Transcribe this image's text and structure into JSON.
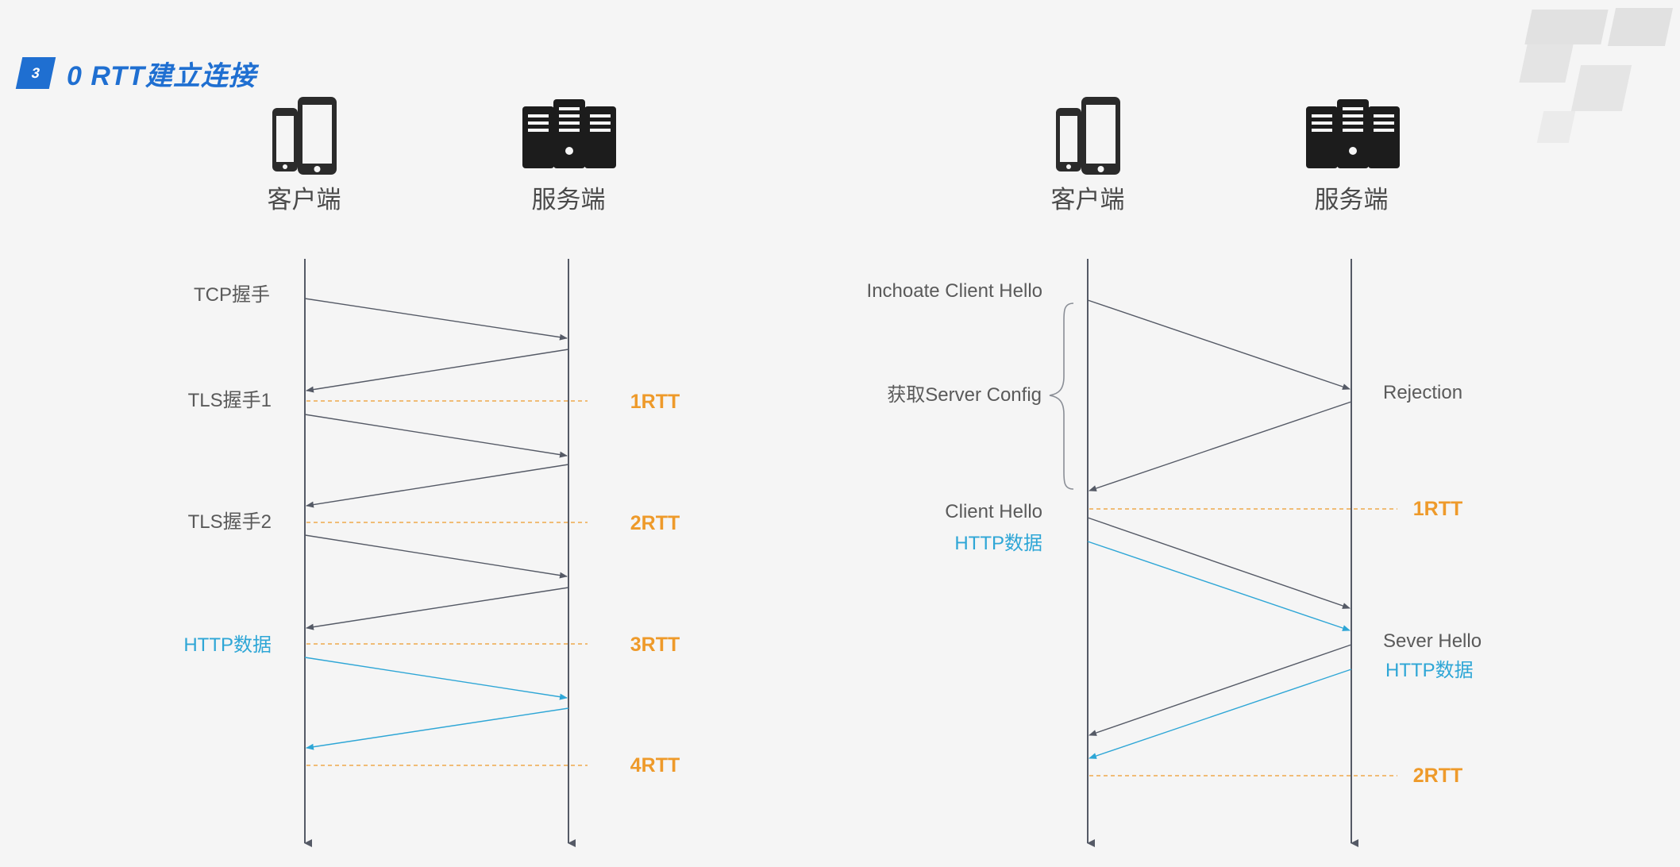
{
  "title": {
    "badge": "3",
    "text": "0 RTT建立连接"
  },
  "colors": {
    "accent": "#1f6fd1",
    "rtt": "#ee9a2a",
    "http": "#2ea6d6",
    "line": "#555a66"
  },
  "icons": {
    "client": "smartphones-icon",
    "server": "server-rack-icon"
  },
  "left_diagram": {
    "client_label": "客户端",
    "server_label": "服务端",
    "steps": {
      "tcp": "TCP握手",
      "tls1": "TLS握手1",
      "tls2": "TLS握手2",
      "http": "HTTP数据"
    },
    "rtt": [
      "1RTT",
      "2RTT",
      "3RTT",
      "4RTT"
    ]
  },
  "right_diagram": {
    "client_label": "客户端",
    "server_label": "服务端",
    "inchoate": "Inchoate Client Hello",
    "get_config": "获取Server Config",
    "rejection": "Rejection",
    "client_hello": "Client Hello",
    "client_http": "HTTP数据",
    "server_hello": "Sever Hello",
    "server_http": "HTTP数据",
    "rtt": [
      "1RTT",
      "2RTT"
    ]
  }
}
